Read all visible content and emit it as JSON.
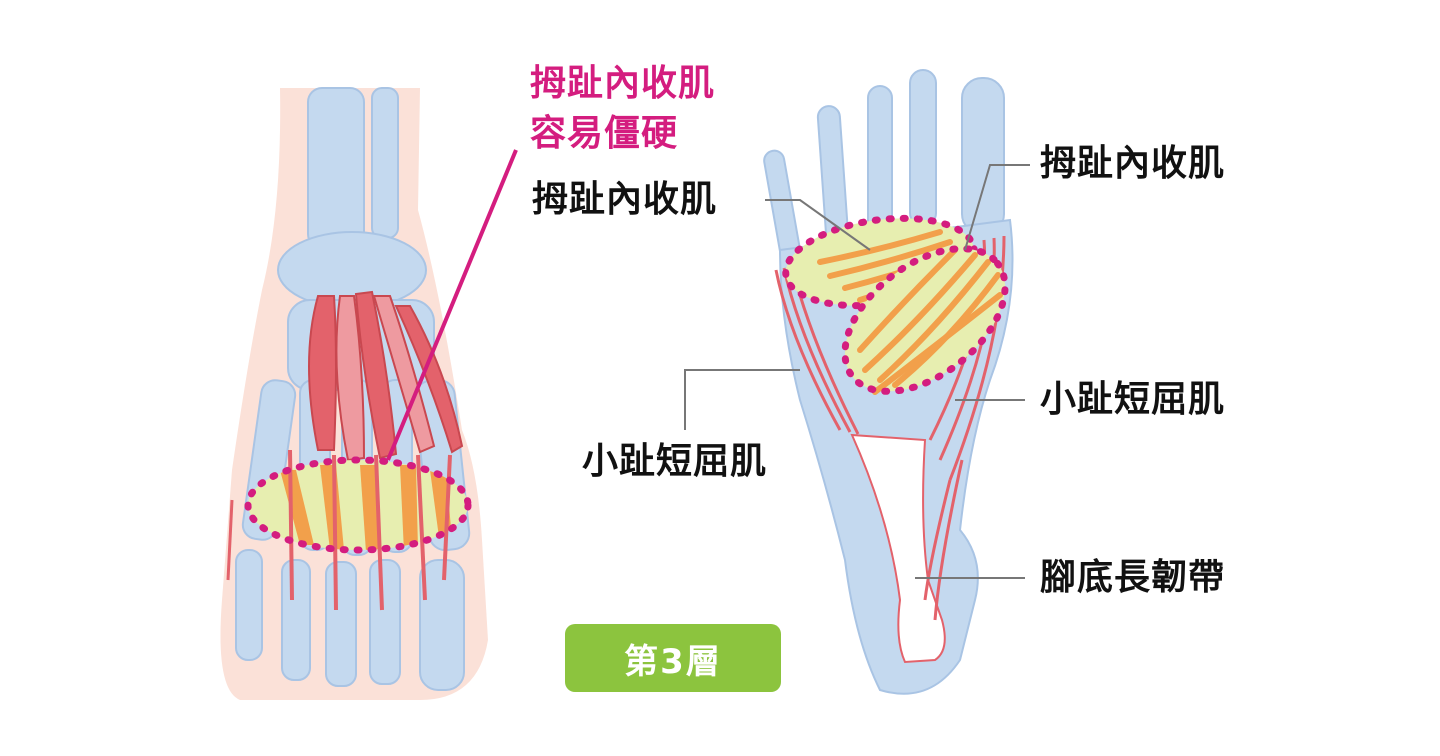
{
  "labels": {
    "callout_line1": "拇趾內收肌",
    "callout_line2": "容易僵硬",
    "adductor_transverse": "拇趾內收肌",
    "adductor_oblique": "拇趾內收肌",
    "flexor_digiti_left": "小趾短屈肌",
    "flexor_digiti_right": "小趾短屈肌",
    "plantar_ligament": "腳底長韌帶",
    "layer_badge": "第3層"
  },
  "colors": {
    "bone": "#c4d9ef",
    "bone_edge": "#a9c4e4",
    "skin": "#fbe1d8",
    "muscle": "#e3626b",
    "muscle_light": "#ee9aa0",
    "highlight_fill": "#e7eeb0",
    "tendon_orange": "#f2a04b",
    "dotted_ring": "#d41d7f",
    "badge": "#8cc43e"
  }
}
